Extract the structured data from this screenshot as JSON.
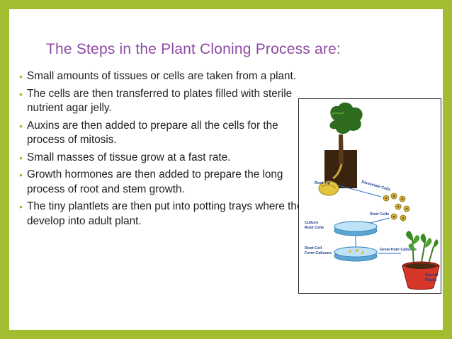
{
  "slide": {
    "title": "The Steps in the Plant Cloning Process are:",
    "bullets": [
      "Small amounts of tissues or cells are taken from a plant.",
      "The cells are then transferred to plates filled with sterile nutrient agar jelly.",
      "Auxins are then added to prepare all the cells for the process of mitosis.",
      "Small masses of tissue grow at a fast rate.",
      "Growth hormones are then added to prepare the long process of root and stem growth.",
      "The tiny plantlets are then put into potting trays where they develop into adult plant."
    ]
  },
  "figure": {
    "labels": {
      "root_tip": "Root Tip",
      "dissociate_cells": "Dissociate Cells",
      "root_cells": "Root Cells",
      "culture_root_cells_1": "Culture",
      "culture_root_cells_2": "Root Cells",
      "root_cell_calluses_1": "Root Cell",
      "root_cell_calluses_2": "Form Calluses",
      "grow_from_calluses": "Grow from Calluses",
      "cloned_plants_1": "Cloned",
      "cloned_plants_2": "Plants"
    }
  },
  "colors": {
    "frame": "#a2bd30",
    "title": "#8e4aa4",
    "bullet": "#a2bd30",
    "label": "#1a3f8c"
  }
}
